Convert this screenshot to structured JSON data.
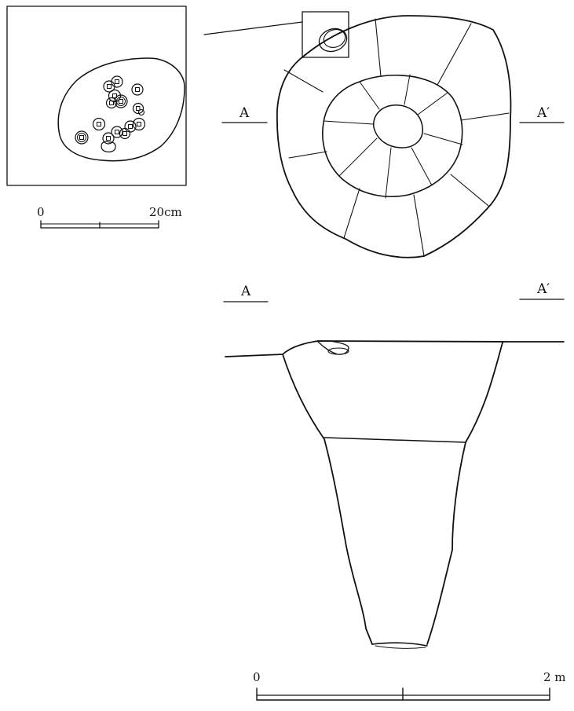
{
  "plan": {
    "label_left": "A",
    "label_right": "A′"
  },
  "section": {
    "label_left": "A",
    "label_right": "A′"
  },
  "inset_scale": {
    "start": "0",
    "end": "20cm"
  },
  "main_scale": {
    "start": "0",
    "end": "2 m"
  }
}
